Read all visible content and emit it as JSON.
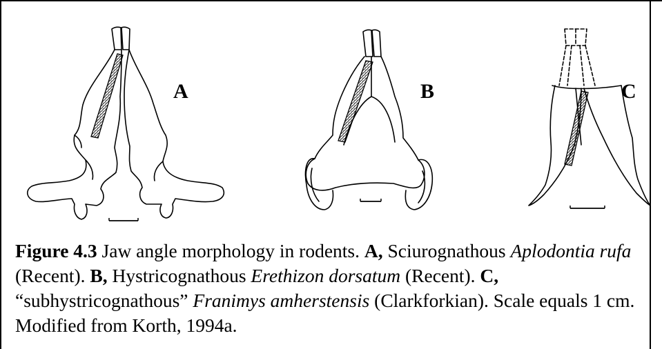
{
  "figure": {
    "panel_labels": {
      "a": "A",
      "b": "B",
      "c": "C"
    }
  },
  "caption": {
    "figure_number": "Figure 4.3",
    "title": " Jaw angle morphology in rodents.  ",
    "a_label": "A,",
    "a_desc": "  Sciurognathous ",
    "a_taxon": "Aplodontia rufa",
    "a_age": " (Recent).  ",
    "b_label": "B,",
    "b_desc": " Hystricognathous ",
    "b_taxon": "Erethizon dorsatum",
    "b_age": " (Recent).  ",
    "c_label": "C,",
    "c_desc": " “subhystricognathous” ",
    "c_taxon": "Franimys amherstensis",
    "c_age": " (Clarkforkian).  Scale equals 1 cm.  Modified from Korth, 1994a."
  }
}
